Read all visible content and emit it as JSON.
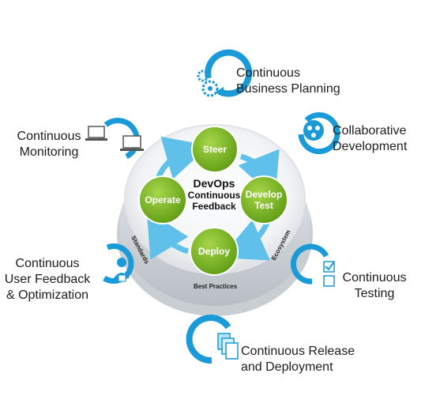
{
  "center": {
    "line1": "DevOps",
    "line2": "Continuous",
    "line3": "Feedback"
  },
  "nodes": {
    "steer": "Steer",
    "develop_line1": "Develop",
    "develop_line2": "Test",
    "deploy": "Deploy",
    "operate": "Operate"
  },
  "rim": {
    "standards": "Standards",
    "best_practices": "Best Practices",
    "ecosystem": "Ecosystem"
  },
  "practices": {
    "planning": [
      "Continuous",
      "Business Planning"
    ],
    "development": [
      "Collaborative",
      "Development"
    ],
    "testing": [
      "Continuous",
      "Testing"
    ],
    "release": [
      "Continuous Release",
      "and Deployment"
    ],
    "feedback": [
      "Continuous",
      "User Feedback",
      "& Optimization"
    ],
    "monitoring": [
      "Continuous",
      "Monitoring"
    ]
  },
  "icons": {
    "planning": "gears-icon",
    "development": "people-icon",
    "testing": "checklist-icon",
    "release": "documents-icon",
    "feedback": "person-icon",
    "monitoring": "computers-icon"
  },
  "colors": {
    "accent_blue": "#1a9ad6",
    "node_green": "#7ab800",
    "arrow_blue": "#5fc0ea"
  }
}
